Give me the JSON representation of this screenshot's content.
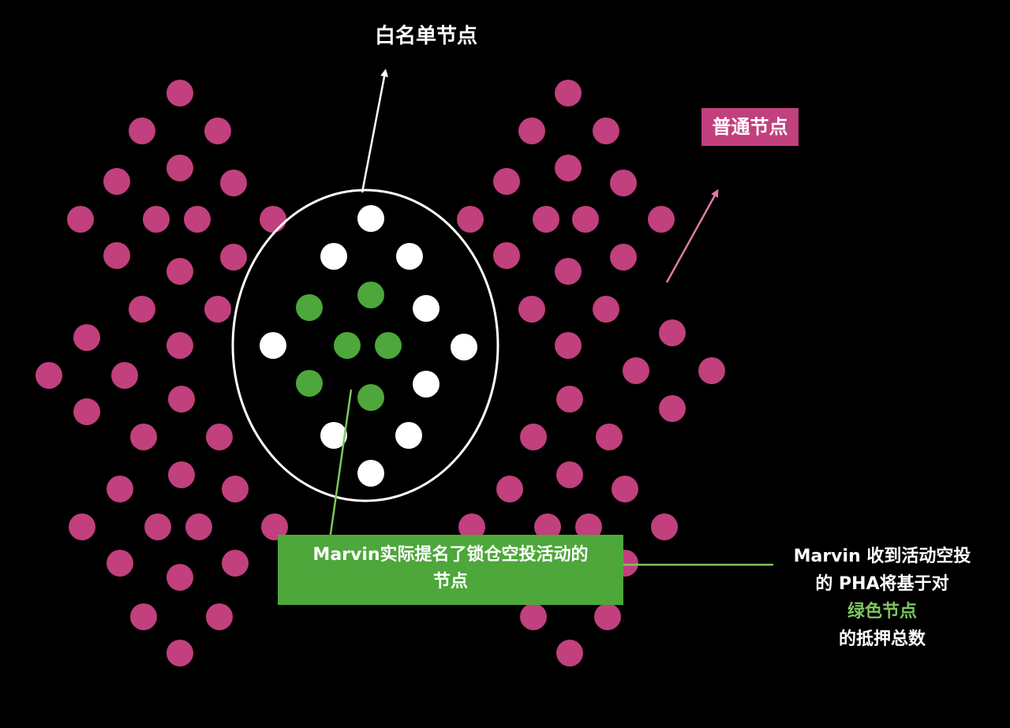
{
  "labels": {
    "whitelist_title": "白名单节点",
    "normal_nodes": "普通节点",
    "nominated_line1": "Marvin实际提名了锁仓空投活动的",
    "nominated_line2": "节点",
    "note_line1": "Marvin 收到活动空投",
    "note_line2": "的 PHA将基于对",
    "note_line3": "绿色节点",
    "note_line4": "的抵押总数"
  },
  "colors": {
    "background": "#000000",
    "normal_node": "#c1407d",
    "whitelist_node": "#ffffff",
    "nominated_node": "#4da73a",
    "note_highlight": "#7ec65e",
    "white_arrow": "#ffffff",
    "pink_arrow": "#e07aa8",
    "green_arrow": "#7ec65e"
  }
}
